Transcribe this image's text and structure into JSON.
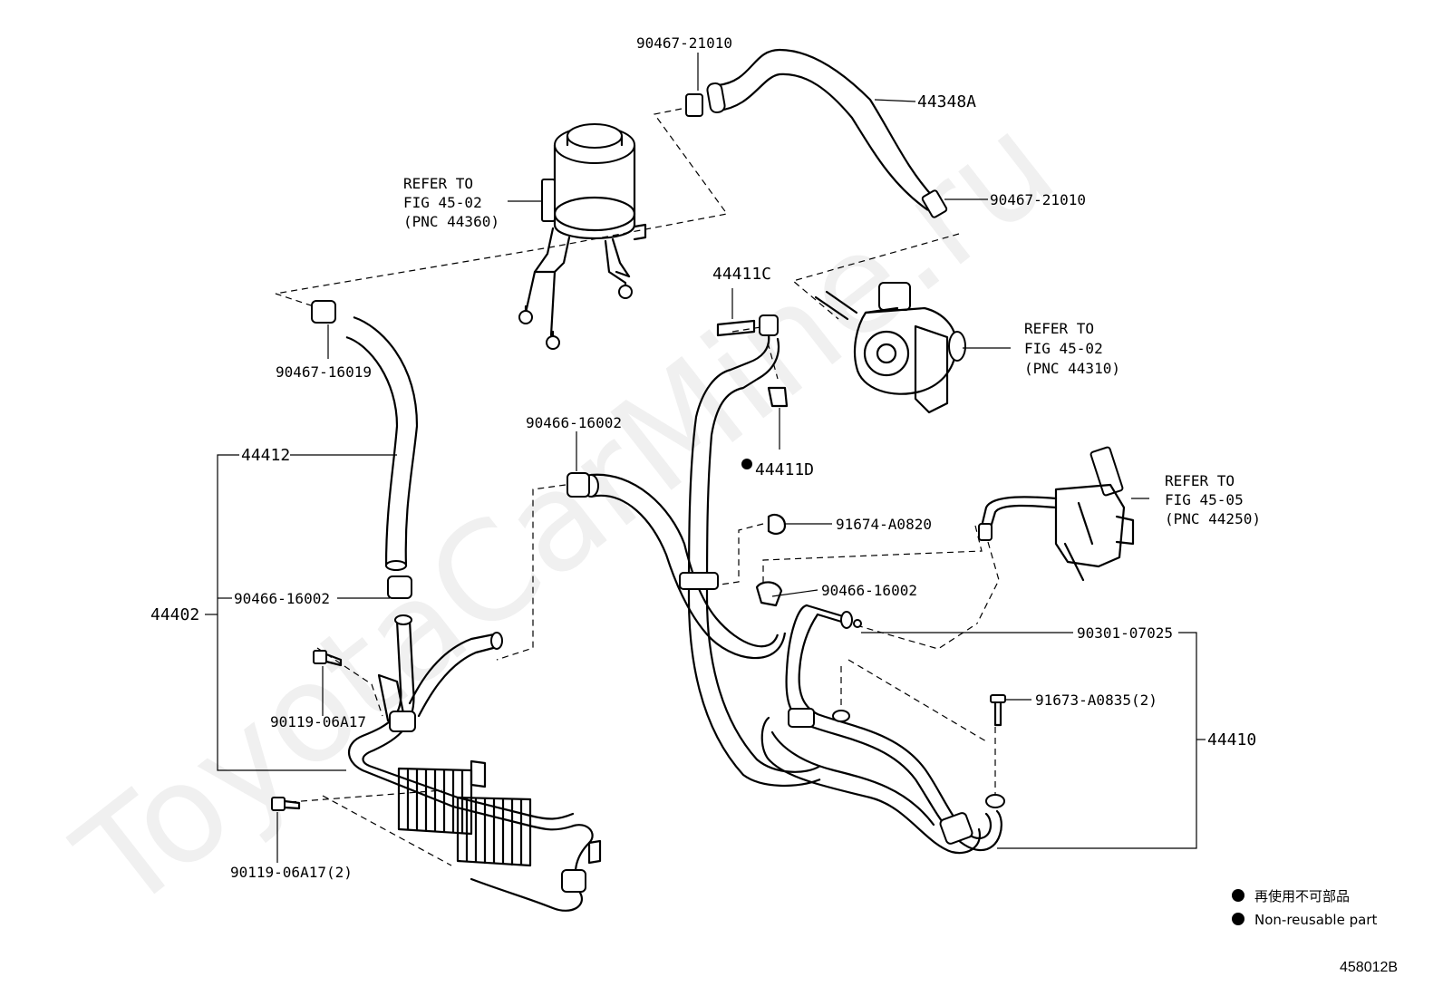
{
  "watermark": "ToyotaCarMine.ru",
  "diagram_code": "458012B",
  "legend": {
    "line1": "再使用不可部品",
    "line2": "Non-reusable part"
  },
  "labels": {
    "clip_top": "90467-21010",
    "hose_top": "44348A",
    "clip_top_right": "90467-21010",
    "reservoir_ref_1": "REFER TO",
    "reservoir_ref_2": "FIG 45-02",
    "reservoir_ref_3": "(PNC 44360)",
    "bolt_44411c": "44411C",
    "pump_ref_1": "REFER TO",
    "pump_ref_2": "FIG 45-02",
    "pump_ref_3": "(PNC 44310)",
    "clip_90467_16019": "90467-16019",
    "hose_44412": "44412",
    "clip_90466_mid": "90466-16002",
    "gasket_44411d": "44411D",
    "gear_ref_1": "REFER TO",
    "gear_ref_2": "FIG 45-05",
    "gear_ref_3": "(PNC 44250)",
    "bolt_91674": "91674-A0820",
    "assy_44402": "44402",
    "clip_90466_left": "90466-16002",
    "clip_90466_right": "90466-16002",
    "oring_90301": "90301-07025",
    "bolt_91673": "91673-A0835(2)",
    "bolt_90119_a": "90119-06A17",
    "assy_44410": "44410",
    "bolt_90119_b": "90119-06A17(2)"
  }
}
